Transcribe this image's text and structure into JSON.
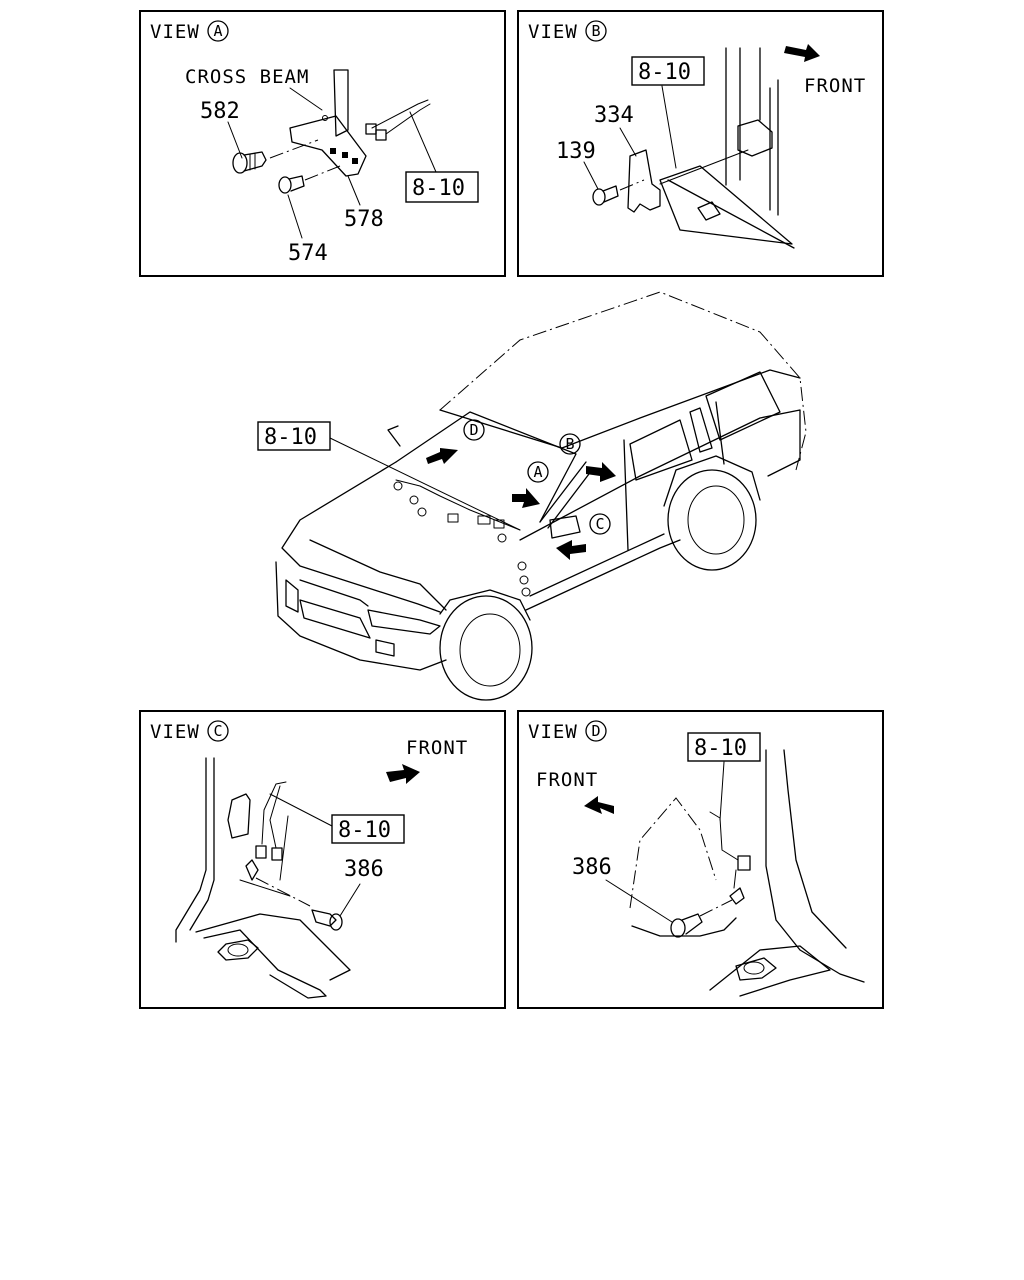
{
  "views": {
    "a": {
      "title": "VIEW",
      "letter": "A",
      "cross_beam": "CROSS BEAM",
      "ref": "8-10",
      "parts": {
        "p582": "582",
        "p578": "578",
        "p574": "574"
      }
    },
    "b": {
      "title": "VIEW",
      "letter": "B",
      "ref": "8-10",
      "front": "FRONT",
      "parts": {
        "p334": "334",
        "p139": "139"
      }
    },
    "c": {
      "title": "VIEW",
      "letter": "C",
      "ref": "8-10",
      "front": "FRONT",
      "parts": {
        "p386": "386"
      }
    },
    "d": {
      "title": "VIEW",
      "letter": "D",
      "ref": "8-10",
      "front": "FRONT",
      "parts": {
        "p386": "386"
      }
    }
  },
  "vehicle": {
    "ref": "8-10",
    "markers": {
      "a": "A",
      "b": "B",
      "c": "C",
      "d": "D"
    }
  },
  "icons": [
    "arrow-icon",
    "bolt-icon",
    "screw-icon",
    "connector-icon"
  ]
}
